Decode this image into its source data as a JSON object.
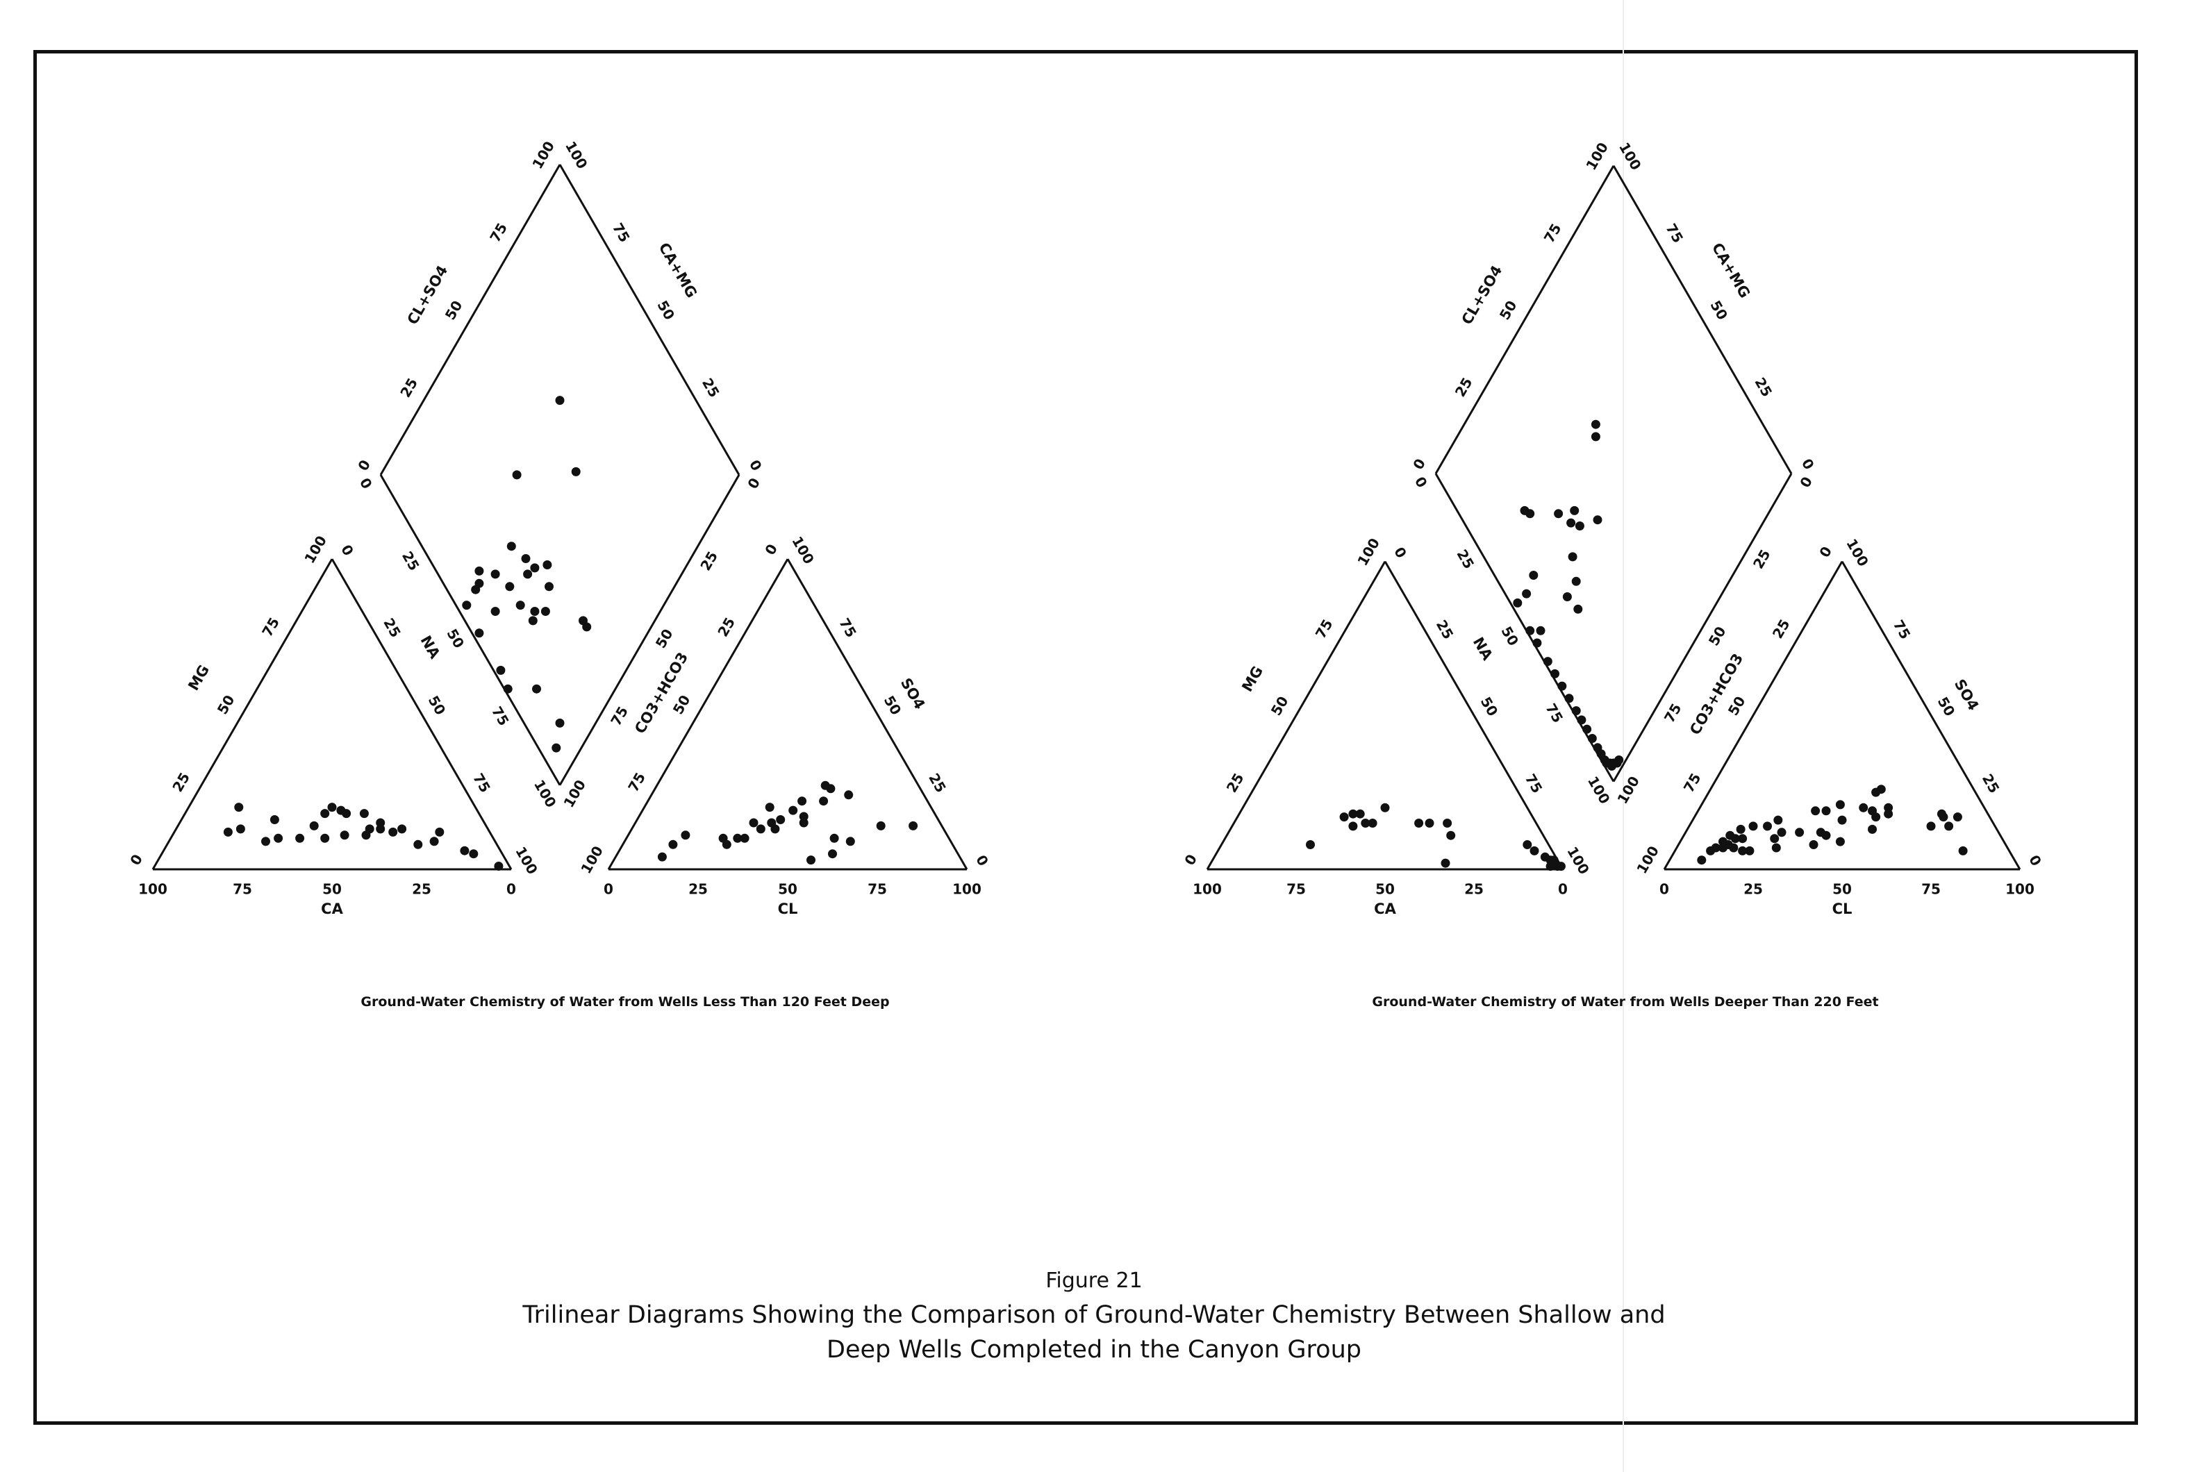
{
  "figure": {
    "number": "Figure 21",
    "title_line1": "Trilinear Diagrams Showing the Comparison of Ground-Water Chemistry Between Shallow and",
    "title_line2": "Deep Wells Completed in the Canyon Group"
  },
  "axis_labels": {
    "ca": "CA",
    "mg": "MG",
    "na": "NA",
    "cl": "CL",
    "so4": "SO4",
    "co3_hco3": "CO3+HCO3",
    "cl_so4": "CL+SO4",
    "ca_mg": "CA+MG"
  },
  "tick_labels": [
    "0",
    "25",
    "50",
    "75",
    "100"
  ],
  "chart_data": [
    {
      "type": "scatter",
      "caption": "Ground-Water Chemistry of Water from Wells Less Than 120 Feet Deep",
      "ternary_units": "percent",
      "cation_triangle": [
        {
          "ca": 73,
          "mg": 12
        },
        {
          "ca": 69,
          "mg": 13
        },
        {
          "ca": 66,
          "mg": 20
        },
        {
          "ca": 64,
          "mg": 9
        },
        {
          "ca": 60,
          "mg": 10
        },
        {
          "ca": 58,
          "mg": 16
        },
        {
          "ca": 54,
          "mg": 10
        },
        {
          "ca": 48,
          "mg": 14
        },
        {
          "ca": 47,
          "mg": 10
        },
        {
          "ca": 43,
          "mg": 18
        },
        {
          "ca": 41,
          "mg": 11
        },
        {
          "ca": 40,
          "mg": 20
        },
        {
          "ca": 38,
          "mg": 19
        },
        {
          "ca": 37,
          "mg": 18
        },
        {
          "ca": 35,
          "mg": 11
        },
        {
          "ca": 33,
          "mg": 13
        },
        {
          "ca": 32,
          "mg": 18
        },
        {
          "ca": 30,
          "mg": 13
        },
        {
          "ca": 29,
          "mg": 15
        },
        {
          "ca": 27,
          "mg": 12
        },
        {
          "ca": 24,
          "mg": 13
        },
        {
          "ca": 22,
          "mg": 8
        },
        {
          "ca": 17,
          "mg": 9
        },
        {
          "ca": 14,
          "mg": 12
        },
        {
          "ca": 10,
          "mg": 6
        },
        {
          "ca": 8,
          "mg": 5
        },
        {
          "ca": 3,
          "mg": 1
        }
      ],
      "anion_triangle": [
        {
          "cl": 13,
          "so4": 4
        },
        {
          "cl": 14,
          "so4": 8
        },
        {
          "cl": 16,
          "so4": 11
        },
        {
          "cl": 27,
          "so4": 10
        },
        {
          "cl": 29,
          "so4": 8
        },
        {
          "cl": 31,
          "so4": 10
        },
        {
          "cl": 33,
          "so4": 10
        },
        {
          "cl": 33,
          "so4": 15
        },
        {
          "cl": 35,
          "so4": 20
        },
        {
          "cl": 36,
          "so4": 13
        },
        {
          "cl": 38,
          "so4": 15
        },
        {
          "cl": 40,
          "so4": 16
        },
        {
          "cl": 40,
          "so4": 13
        },
        {
          "cl": 42,
          "so4": 19
        },
        {
          "cl": 43,
          "so4": 22
        },
        {
          "cl": 46,
          "so4": 17
        },
        {
          "cl": 47,
          "so4": 15
        },
        {
          "cl": 47,
          "so4": 27
        },
        {
          "cl": 49,
          "so4": 26
        },
        {
          "cl": 49,
          "so4": 22
        },
        {
          "cl": 55,
          "so4": 3
        },
        {
          "cl": 58,
          "so4": 10
        },
        {
          "cl": 60,
          "so4": 5
        },
        {
          "cl": 63,
          "so4": 9
        },
        {
          "cl": 69,
          "so4": 14
        },
        {
          "cl": 78,
          "so4": 14
        },
        {
          "cl": 55,
          "so4": 24
        }
      ],
      "diamond": [
        {
          "cl_so4": 62,
          "ca_mg": 62
        },
        {
          "cl_so4": 55,
          "ca_mg": 46
        },
        {
          "cl_so4": 38,
          "ca_mg": 62
        },
        {
          "cl_so4": 33,
          "ca_mg": 20
        },
        {
          "cl_so4": 33,
          "ca_mg": 18
        },
        {
          "cl_so4": 29,
          "ca_mg": 35
        },
        {
          "cl_so4": 28,
          "ca_mg": 42
        },
        {
          "cl_so4": 27,
          "ca_mg": 46
        },
        {
          "cl_so4": 24,
          "ca_mg": 32
        },
        {
          "cl_so4": 25,
          "ca_mg": 43
        },
        {
          "cl_so4": 21,
          "ca_mg": 35
        },
        {
          "cl_so4": 19,
          "ca_mg": 34
        },
        {
          "cl_so4": 25,
          "ca_mg": 52
        },
        {
          "cl_so4": 18,
          "ca_mg": 40
        },
        {
          "cl_so4": 18,
          "ca_mg": 46
        },
        {
          "cl_so4": 16,
          "ca_mg": 52
        },
        {
          "cl_so4": 10,
          "ca_mg": 10
        },
        {
          "cl_so4": 9,
          "ca_mg": 22
        },
        {
          "cl_so4": 10,
          "ca_mg": 46
        },
        {
          "cl_so4": 5,
          "ca_mg": 7
        },
        {
          "cl_so4": 10,
          "ca_mg": 55
        },
        {
          "cl_so4": 12,
          "ca_mg": 57
        },
        {
          "cl_so4": 8,
          "ca_mg": 55
        },
        {
          "cl_so4": 1,
          "ca_mg": 30
        },
        {
          "cl_so4": 2,
          "ca_mg": 35
        },
        {
          "cl_so4": 2,
          "ca_mg": 47
        },
        {
          "cl_so4": 3,
          "ca_mg": 55
        },
        {
          "cl_so4": 32,
          "ca_mg": 39
        }
      ]
    },
    {
      "type": "scatter",
      "caption": "Ground-Water Chemistry of Water from Wells Deeper Than 220 Feet",
      "ternary_units": "percent",
      "cation_triangle": [
        {
          "ca": 67,
          "mg": 8
        },
        {
          "ca": 53,
          "mg": 17
        },
        {
          "ca": 52,
          "mg": 14
        },
        {
          "ca": 50,
          "mg": 18
        },
        {
          "ca": 48,
          "mg": 15
        },
        {
          "ca": 48,
          "mg": 18
        },
        {
          "ca": 46,
          "mg": 15
        },
        {
          "ca": 40,
          "mg": 20
        },
        {
          "ca": 33,
          "mg": 15
        },
        {
          "ca": 30,
          "mg": 15
        },
        {
          "ca": 32,
          "mg": 2
        },
        {
          "ca": 25,
          "mg": 15
        },
        {
          "ca": 26,
          "mg": 11
        },
        {
          "ca": 6,
          "mg": 8
        },
        {
          "ca": 5,
          "mg": 6
        },
        {
          "ca": 3,
          "mg": 4
        },
        {
          "ca": 2,
          "mg": 3
        },
        {
          "ca": 2,
          "mg": 2
        },
        {
          "ca": 1,
          "mg": 3
        },
        {
          "ca": 1,
          "mg": 1
        },
        {
          "ca": 0,
          "mg": 1
        },
        {
          "ca": 3,
          "mg": 1
        }
      ],
      "anion_triangle": [
        {
          "cl": 9,
          "so4": 3
        },
        {
          "cl": 10,
          "so4": 6
        },
        {
          "cl": 11,
          "so4": 7
        },
        {
          "cl": 12,
          "so4": 9
        },
        {
          "cl": 13,
          "so4": 7
        },
        {
          "cl": 13,
          "so4": 11
        },
        {
          "cl": 14,
          "so4": 8
        },
        {
          "cl": 15,
          "so4": 10
        },
        {
          "cl": 15,
          "so4": 13
        },
        {
          "cl": 16,
          "so4": 7
        },
        {
          "cl": 17,
          "so4": 10
        },
        {
          "cl": 18,
          "so4": 14
        },
        {
          "cl": 19,
          "so4": 6
        },
        {
          "cl": 21,
          "so4": 6
        },
        {
          "cl": 22,
          "so4": 14
        },
        {
          "cl": 24,
          "so4": 16
        },
        {
          "cl": 26,
          "so4": 10
        },
        {
          "cl": 27,
          "so4": 12
        },
        {
          "cl": 28,
          "so4": 7
        },
        {
          "cl": 32,
          "so4": 12
        },
        {
          "cl": 33,
          "so4": 19
        },
        {
          "cl": 36,
          "so4": 19
        },
        {
          "cl": 38,
          "so4": 12
        },
        {
          "cl": 38,
          "so4": 8
        },
        {
          "cl": 39,
          "so4": 21
        },
        {
          "cl": 40,
          "so4": 11
        },
        {
          "cl": 42,
          "so4": 16
        },
        {
          "cl": 45,
          "so4": 9
        },
        {
          "cl": 46,
          "so4": 20
        },
        {
          "cl": 47,
          "so4": 25
        },
        {
          "cl": 48,
          "so4": 26
        },
        {
          "cl": 49,
          "so4": 19
        },
        {
          "cl": 51,
          "so4": 17
        },
        {
          "cl": 52,
          "so4": 13
        },
        {
          "cl": 53,
          "so4": 20
        },
        {
          "cl": 54,
          "so4": 18
        },
        {
          "cl": 68,
          "so4": 14
        },
        {
          "cl": 69,
          "so4": 18
        },
        {
          "cl": 70,
          "so4": 17
        },
        {
          "cl": 73,
          "so4": 14
        },
        {
          "cl": 74,
          "so4": 17
        },
        {
          "cl": 81,
          "so4": 6
        }
      ],
      "diamond": [
        {
          "cl_so4": 53,
          "ca_mg": 63
        },
        {
          "cl_so4": 51,
          "ca_mg": 61
        },
        {
          "cl_so4": 38,
          "ca_mg": 47
        },
        {
          "cl_so4": 33,
          "ca_mg": 55
        },
        {
          "cl_so4": 32,
          "ca_mg": 51
        },
        {
          "cl_so4": 30,
          "ca_mg": 54
        },
        {
          "cl_so4": 28,
          "ca_mg": 59
        },
        {
          "cl_so4": 25,
          "ca_mg": 48
        },
        {
          "cl_so4": 22,
          "ca_mg": 43
        },
        {
          "cl_so4": 20,
          "ca_mg": 67
        },
        {
          "cl_so4": 19,
          "ca_mg": 69
        },
        {
          "cl_so4": 18,
          "ca_mg": 38
        },
        {
          "cl_so4": 17,
          "ca_mg": 43
        },
        {
          "cl_so4": 11,
          "ca_mg": 56
        },
        {
          "cl_so4": 6,
          "ca_mg": 55
        },
        {
          "cl_so4": 4,
          "ca_mg": 45
        },
        {
          "cl_so4": 2,
          "ca_mg": 56
        },
        {
          "cl_so4": 1,
          "ca_mg": 48
        },
        {
          "cl_so4": 1,
          "ca_mg": 44
        },
        {
          "cl_so4": 1,
          "ca_mg": 38
        },
        {
          "cl_so4": 1,
          "ca_mg": 34
        },
        {
          "cl_so4": 1,
          "ca_mg": 30
        },
        {
          "cl_so4": 1,
          "ca_mg": 26
        },
        {
          "cl_so4": 1,
          "ca_mg": 22
        },
        {
          "cl_so4": 1,
          "ca_mg": 19
        },
        {
          "cl_so4": 1,
          "ca_mg": 16
        },
        {
          "cl_so4": 1,
          "ca_mg": 13
        },
        {
          "cl_so4": 1,
          "ca_mg": 10
        },
        {
          "cl_so4": 1,
          "ca_mg": 8
        },
        {
          "cl_so4": 1,
          "ca_mg": 6
        },
        {
          "cl_so4": 1,
          "ca_mg": 5
        },
        {
          "cl_so4": 2,
          "ca_mg": 4
        },
        {
          "cl_so4": 2,
          "ca_mg": 3
        },
        {
          "cl_so4": 3,
          "ca_mg": 3
        },
        {
          "cl_so4": 4,
          "ca_mg": 2
        },
        {
          "cl_so4": 5,
          "ca_mg": 2
        }
      ]
    }
  ]
}
